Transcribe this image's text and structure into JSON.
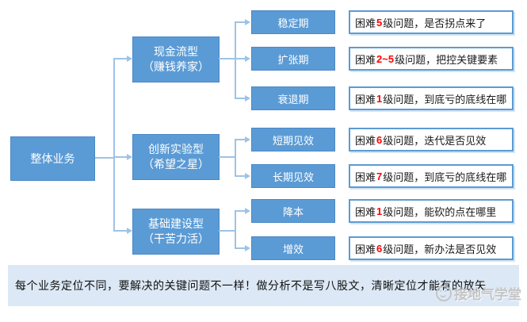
{
  "colors": {
    "box_fill": "#5B9BD5",
    "box_border": "#4A88C7",
    "box_text": "#FFFFFF",
    "line": "#9DC3E6",
    "question_border": "#5B9BD5",
    "question_text": "#1A1A1A",
    "level_red": "#FF0000",
    "banner_bg": "#DCE8F5",
    "banner_text": "#111111",
    "watermark_gray": "#C2C2C2"
  },
  "root": {
    "label": "整体业务"
  },
  "categories": [
    {
      "name": "现金流型",
      "nickname": "（赚钱养家）"
    },
    {
      "name": "创新实验型",
      "nickname": "（希望之星）"
    },
    {
      "name": "基础建设型",
      "nickname": "（干苦力活）"
    }
  ],
  "rows": [
    {
      "stage": "稳定期",
      "q_prefix": "困难",
      "q_level": "5",
      "q_suffix": "级问题，是否拐点来了"
    },
    {
      "stage": "扩张期",
      "q_prefix": "困难",
      "q_level": "2~5",
      "q_suffix": "级问题，把控关键要素"
    },
    {
      "stage": "衰退期",
      "q_prefix": "困难",
      "q_level": "1",
      "q_suffix": "级问题，到底亏的底线在哪"
    },
    {
      "stage": "短期见效",
      "q_prefix": "困难",
      "q_level": "6",
      "q_suffix": "级问题，迭代是否见效"
    },
    {
      "stage": "长期见效",
      "q_prefix": "困难",
      "q_level": "7",
      "q_suffix": "级问题，到底亏的底线在哪"
    },
    {
      "stage": "降本",
      "q_prefix": "困难",
      "q_level": "1",
      "q_suffix": "级问题，能砍的点在哪里"
    },
    {
      "stage": "增效",
      "q_prefix": "困难",
      "q_level": "6",
      "q_suffix": "级问题，新办法是否见效"
    }
  ],
  "banner": {
    "text": "每个业务定位不同，要解决的关键问题不一样！做分析不是写八股文，清晰定位才能有的放矢"
  },
  "watermark": {
    "label": "接地气学堂",
    "icon": "smiley-face-icon"
  }
}
